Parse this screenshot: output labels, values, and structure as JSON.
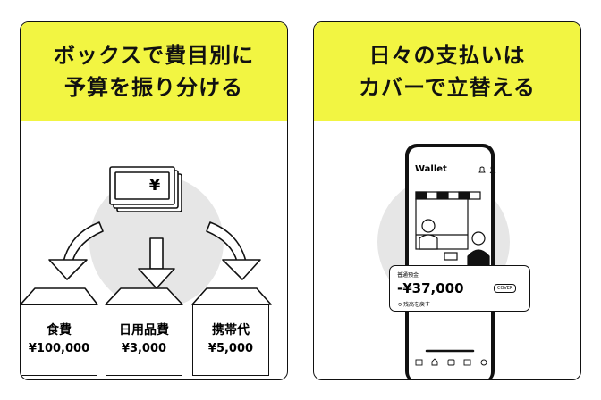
{
  "colors": {
    "banner": "#f2f542",
    "circle": "#e6e6e6",
    "stroke": "#111111"
  },
  "panel_left": {
    "title_line1": "ボックスで費目別に",
    "title_line2": "予算を振り分ける",
    "banknote_symbol": "¥",
    "boxes": [
      {
        "name": "食費",
        "amount": "¥100,000"
      },
      {
        "name": "日用品費",
        "amount": "¥3,000"
      },
      {
        "name": "携帯代",
        "amount": "¥5,000"
      }
    ]
  },
  "panel_right": {
    "title_line1": "日々の支払いは",
    "title_line2": "カバーで立替える",
    "phone": {
      "app_title": "Wallet",
      "header_icons": [
        "bell-icon",
        "user-icon"
      ],
      "card_label": "普通預金",
      "card_amount": "-¥37,000",
      "card_badge": "COVER",
      "card_link": "残高を戻す",
      "nav_icons": [
        "wallet-icon",
        "home-icon",
        "card-icon",
        "gift-icon",
        "settings-icon"
      ]
    }
  }
}
